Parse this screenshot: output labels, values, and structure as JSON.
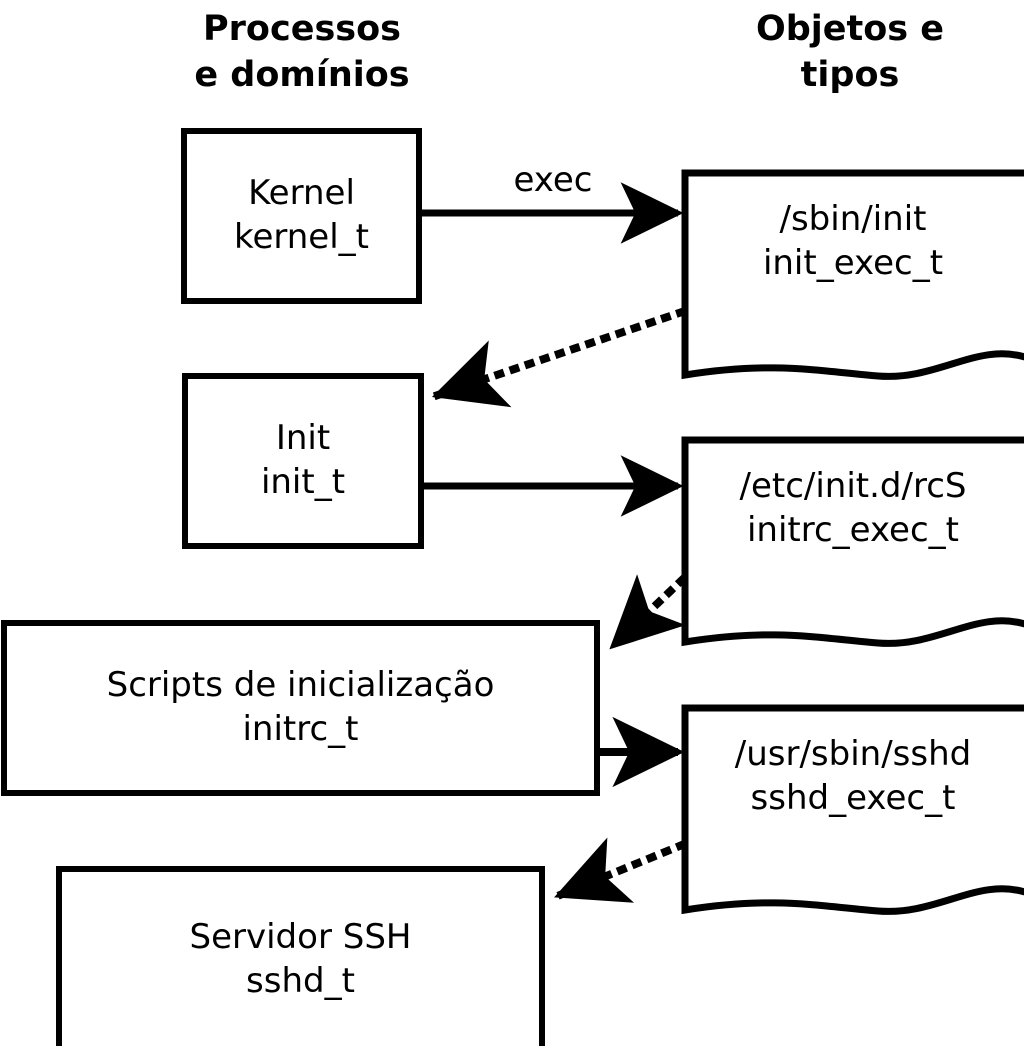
{
  "diagram": {
    "title_left": "Processos\ne domínios",
    "title_right": "Objetos e\ntipos",
    "ink_color": "#000000",
    "background_color": "#ffffff"
  },
  "processes": [
    {
      "id": "kernel",
      "label": "Kernel\nkernel_t"
    },
    {
      "id": "init",
      "label": "Init\ninit_t"
    },
    {
      "id": "initrc",
      "label": "Scripts de inicialização\ninitrc_t"
    },
    {
      "id": "sshd",
      "label": "Servidor SSH\nsshd_t"
    }
  ],
  "objects": [
    {
      "id": "init_exec",
      "path": "/sbin/init",
      "type": "init_exec_t"
    },
    {
      "id": "initrc_exec",
      "path": "/etc/init.d/rcS",
      "type": "initrc_exec_t"
    },
    {
      "id": "sshd_exec",
      "path": "/usr/sbin/sshd",
      "type": "sshd_exec_t"
    }
  ],
  "edges": [
    {
      "id": "e1",
      "from": "kernel",
      "to": "init_exec",
      "style": "solid",
      "label": "exec"
    },
    {
      "id": "e2",
      "from": "init_exec",
      "to": "init",
      "style": "dotted",
      "label": ""
    },
    {
      "id": "e3",
      "from": "init",
      "to": "initrc_exec",
      "style": "solid",
      "label": ""
    },
    {
      "id": "e4",
      "from": "initrc_exec",
      "to": "initrc",
      "style": "dotted",
      "label": ""
    },
    {
      "id": "e5",
      "from": "initrc",
      "to": "sshd_exec",
      "style": "solid",
      "label": ""
    },
    {
      "id": "e6",
      "from": "sshd_exec",
      "to": "sshd",
      "style": "dotted",
      "label": ""
    }
  ]
}
